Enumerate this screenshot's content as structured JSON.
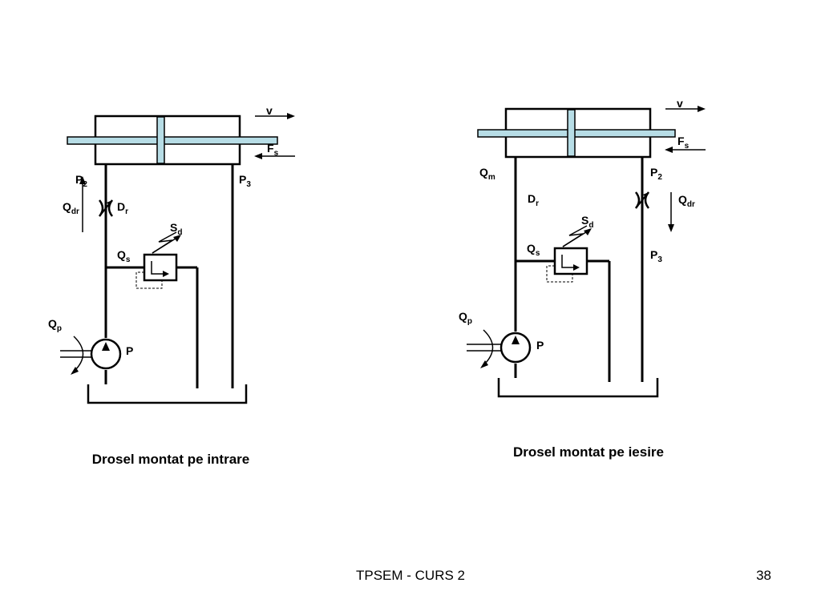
{
  "left_circuit": {
    "caption": "Drosel montat pe intrare",
    "labels": {
      "v": "v",
      "Fs": "F",
      "Fs_sub": "s",
      "P2": "P",
      "P2_sub": "2",
      "P3": "P",
      "P3_sub": "3",
      "Qdr": "Q",
      "Qdr_sub": "dr",
      "Dr": "D",
      "Dr_sub": "r",
      "Sd": "S",
      "Sd_sub": "d",
      "Qs": "Q",
      "Qs_sub": "s",
      "Qp": "Q",
      "Qp_sub": "p",
      "pump": "P"
    }
  },
  "right_circuit": {
    "caption": "Drosel montat pe iesire",
    "labels": {
      "v": "v",
      "Fs": "F",
      "Fs_sub": "s",
      "Qm": "Q",
      "Qm_sub": "m",
      "P2": "P",
      "P2_sub": "2",
      "Dr": "D",
      "Dr_sub": "r",
      "Qdr": "Q",
      "Qdr_sub": "dr",
      "Sd": "S",
      "Sd_sub": "d",
      "Qs": "Q",
      "Qs_sub": "s",
      "P3": "P",
      "P3_sub": "3",
      "Qp": "Q",
      "Qp_sub": "p",
      "pump": "P"
    }
  },
  "colors": {
    "rod": "#b7dde6",
    "line": "#000000"
  },
  "footer": {
    "title": "TPSEM - CURS 2",
    "page": "38"
  }
}
